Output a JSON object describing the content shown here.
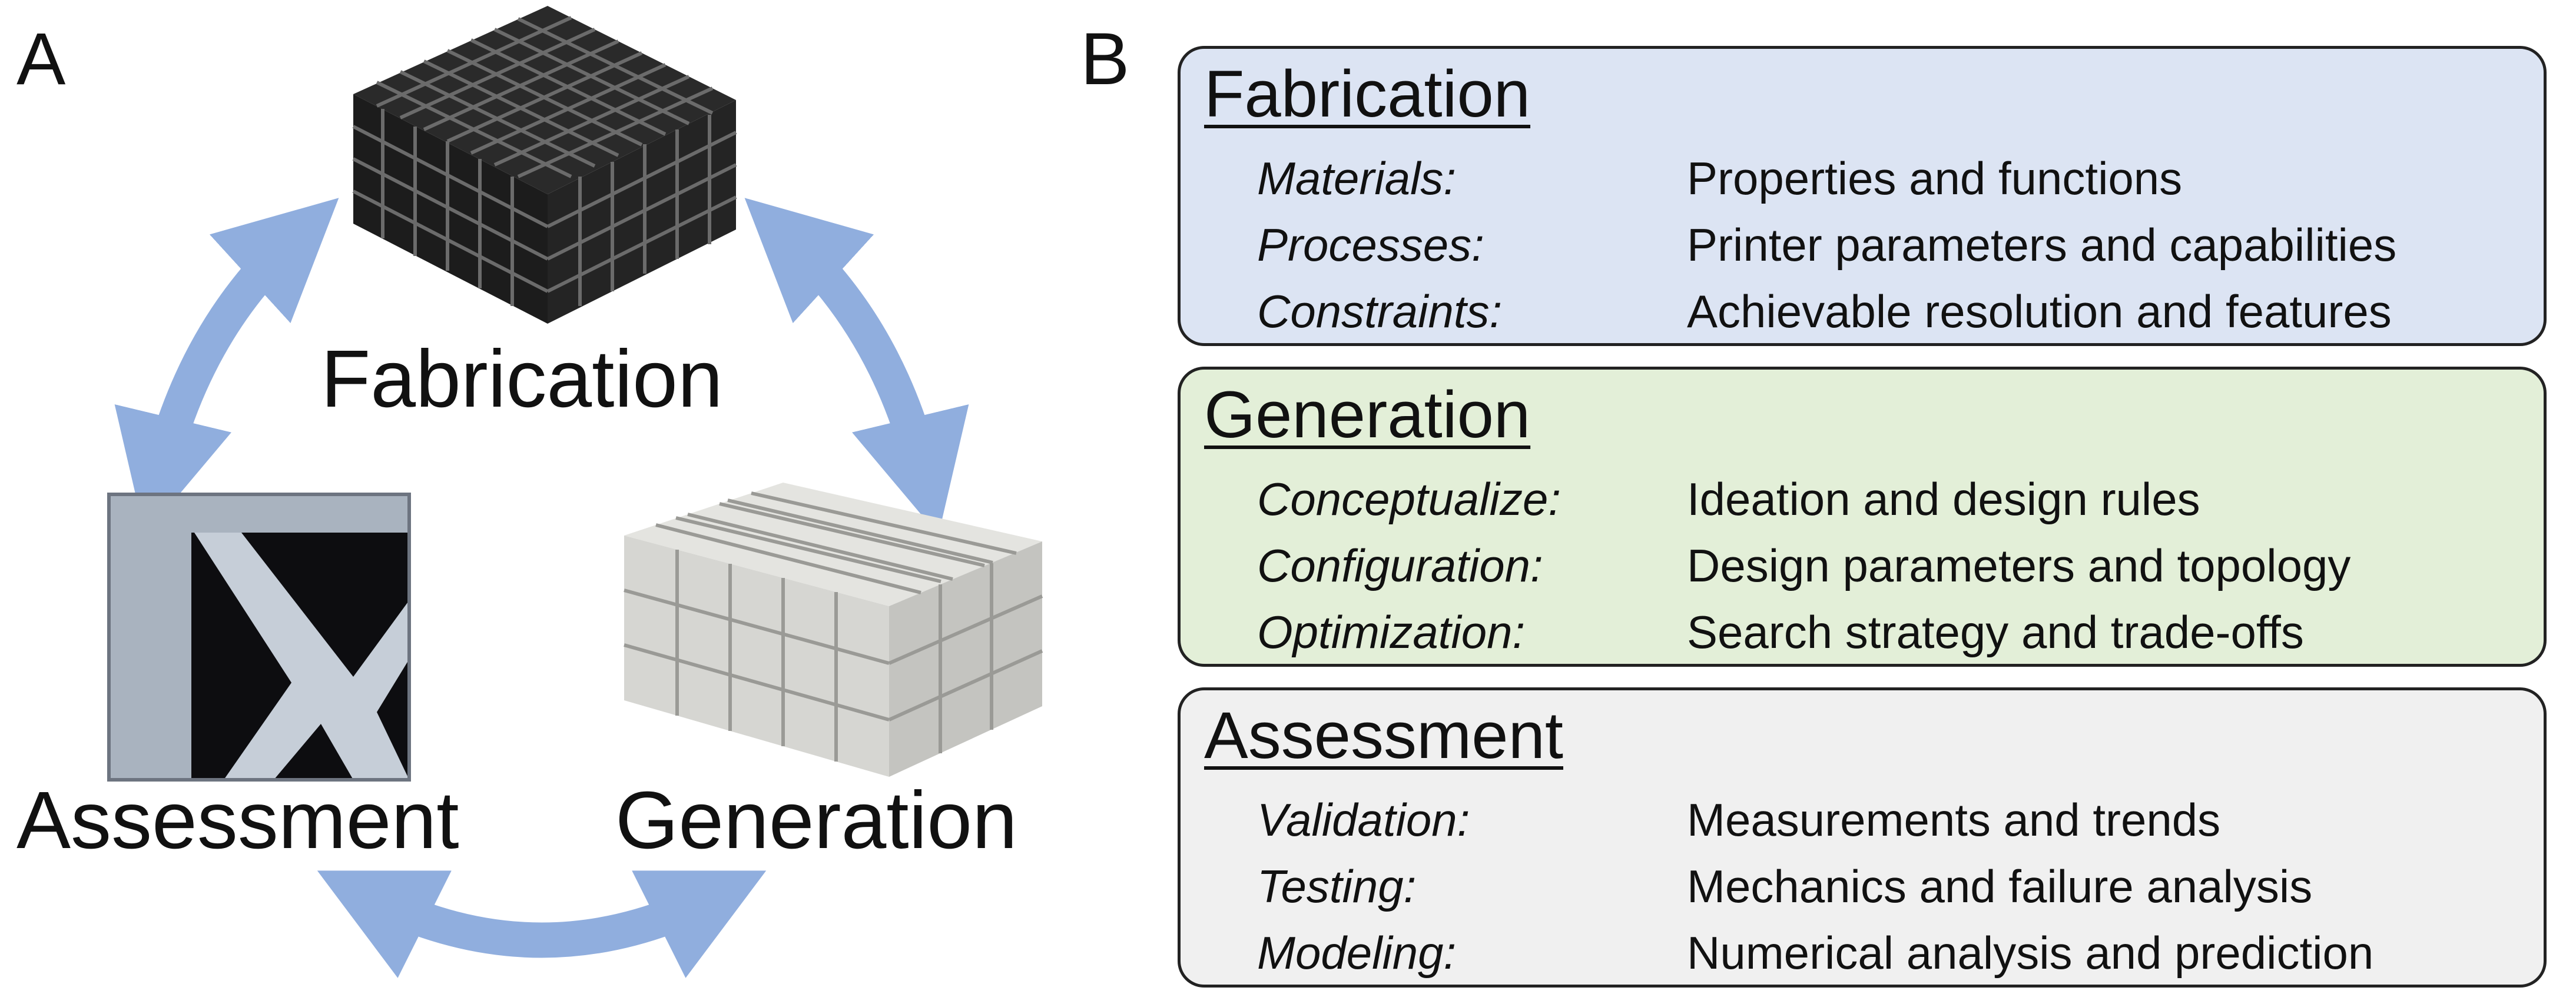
{
  "panel_a": {
    "label": "A",
    "nodes": {
      "fabrication": "Fabrication",
      "assessment": "Assessment",
      "generation": "Generation"
    },
    "colors": {
      "arrow": "#90aede"
    }
  },
  "panel_b": {
    "label": "B",
    "cards": [
      {
        "title": "Fabrication",
        "color": "#dce4f3",
        "rows": [
          {
            "term": "Materials:",
            "desc": "Properties and functions"
          },
          {
            "term": "Processes:",
            "desc": "Printer parameters and capabilities"
          },
          {
            "term": "Constraints:",
            "desc": "Achievable resolution and features"
          }
        ]
      },
      {
        "title": "Generation",
        "color": "#e3efd8",
        "rows": [
          {
            "term": "Conceptualize:",
            "desc": "Ideation and design rules"
          },
          {
            "term": "Configuration:",
            "desc": "Design parameters and topology"
          },
          {
            "term": "Optimization:",
            "desc": "Search strategy and trade-offs"
          }
        ]
      },
      {
        "title": "Assessment",
        "color": "#f0f0f0",
        "rows": [
          {
            "term": "Validation:",
            "desc": "Measurements and trends"
          },
          {
            "term": "Testing:",
            "desc": "Mechanics and failure analysis"
          },
          {
            "term": "Modeling:",
            "desc": "Numerical analysis and prediction"
          }
        ]
      }
    ]
  }
}
